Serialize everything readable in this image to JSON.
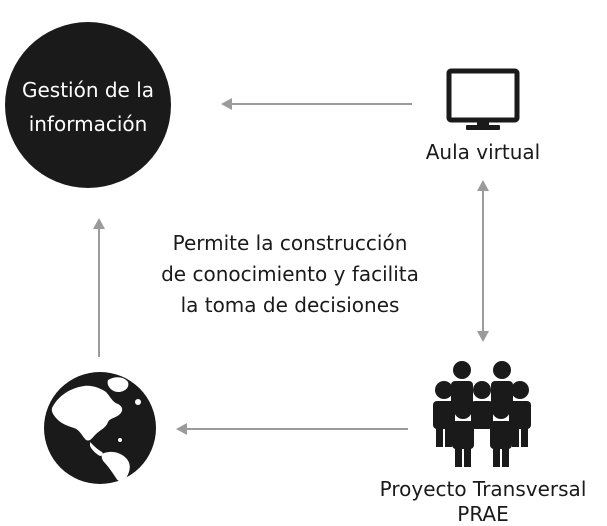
{
  "nodes": {
    "gestion": {
      "line1": "Gestión de la",
      "line2": "información"
    },
    "aula": {
      "label": "Aula virtual",
      "icon": "monitor-icon"
    },
    "proyecto": {
      "line1": "Proyecto Transversal",
      "line2": "PRAE",
      "icon": "people-group-icon"
    },
    "globe": {
      "icon": "globe-icon"
    }
  },
  "center_text": {
    "line1": "Permite la construcción",
    "line2": "de conocimiento y facilita",
    "line3": "la toma de decisiones"
  },
  "colors": {
    "node_fill": "#1a1a1a",
    "arrow": "#9b9b9b",
    "text": "#1a1a1a"
  }
}
